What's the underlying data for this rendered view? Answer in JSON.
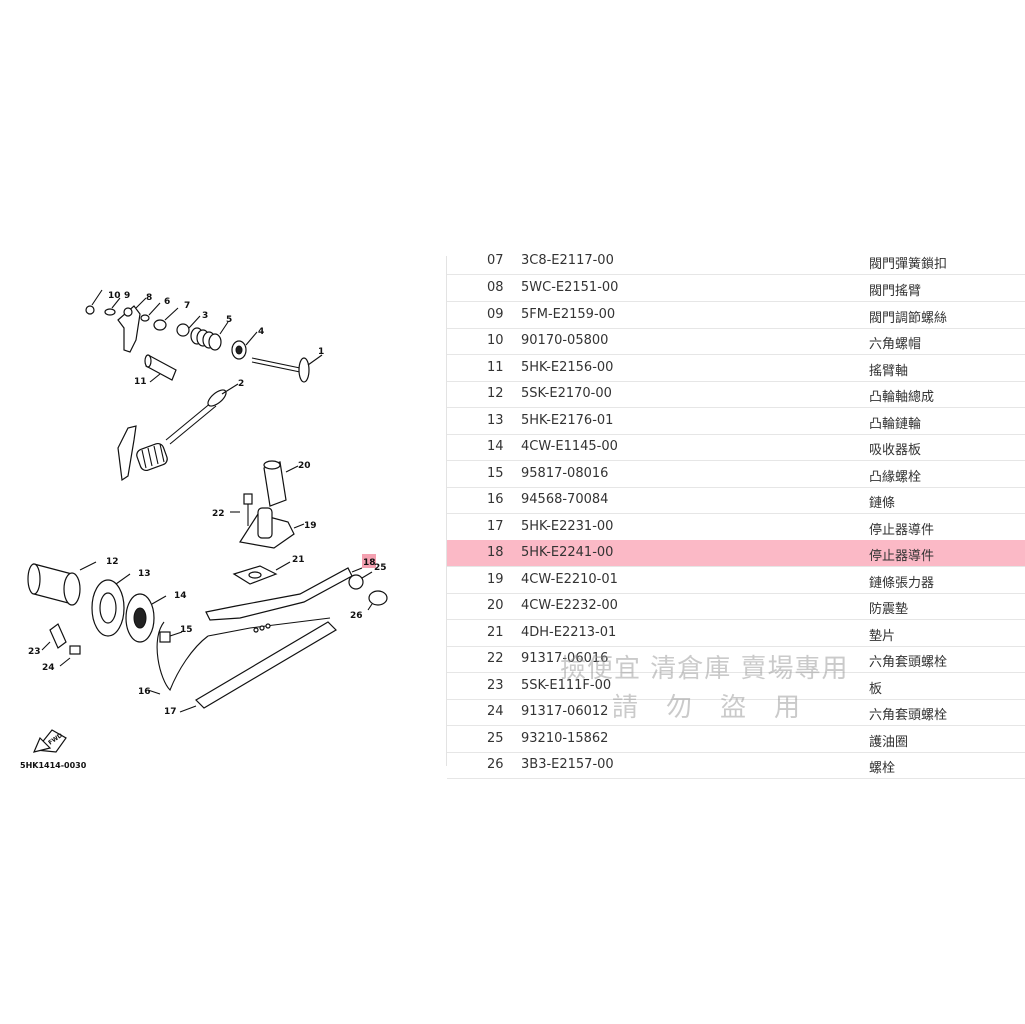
{
  "diagram": {
    "code": "5HK1414-0030",
    "fwd_label": "FWD",
    "callouts": [
      "1",
      "2",
      "3",
      "4",
      "5",
      "6",
      "7",
      "8",
      "9",
      "10",
      "11",
      "12",
      "13",
      "14",
      "15",
      "16",
      "17",
      "18",
      "19",
      "20",
      "21",
      "22",
      "23",
      "24",
      "25",
      "26"
    ],
    "highlight_color": "#f4a0b0"
  },
  "table": {
    "rows": [
      {
        "no": "07",
        "part": "3C8-E2117-00",
        "name": "閥門彈簧鎖扣"
      },
      {
        "no": "08",
        "part": "5WC-E2151-00",
        "name": "閥門搖臂"
      },
      {
        "no": "09",
        "part": "5FM-E2159-00",
        "name": "閥門調節螺絲"
      },
      {
        "no": "10",
        "part": "90170-05800",
        "name": "六角螺帽"
      },
      {
        "no": "11",
        "part": "5HK-E2156-00",
        "name": "搖臂軸"
      },
      {
        "no": "12",
        "part": "5SK-E2170-00",
        "name": "凸輪軸總成"
      },
      {
        "no": "13",
        "part": "5HK-E2176-01",
        "name": "凸輪鏈輪"
      },
      {
        "no": "14",
        "part": "4CW-E1145-00",
        "name": "吸收器板"
      },
      {
        "no": "15",
        "part": "95817-08016",
        "name": "凸緣螺栓"
      },
      {
        "no": "16",
        "part": "94568-70084",
        "name": "鏈條"
      },
      {
        "no": "17",
        "part": "5HK-E2231-00",
        "name": "停止器導件"
      },
      {
        "no": "18",
        "part": "5HK-E2241-00",
        "name": "停止器導件",
        "highlight": true
      },
      {
        "no": "19",
        "part": "4CW-E2210-01",
        "name": "鏈條張力器"
      },
      {
        "no": "20",
        "part": "4CW-E2232-00",
        "name": "防震墊"
      },
      {
        "no": "21",
        "part": "4DH-E2213-01",
        "name": "墊片"
      },
      {
        "no": "22",
        "part": "91317-06016",
        "name": "六角套頭螺栓"
      },
      {
        "no": "23",
        "part": "5SK-E111F-00",
        "name": "板"
      },
      {
        "no": "24",
        "part": "91317-06012",
        "name": "六角套頭螺栓"
      },
      {
        "no": "25",
        "part": "93210-15862",
        "name": "護油圈"
      },
      {
        "no": "26",
        "part": "3B3-E2157-00",
        "name": "螺栓"
      }
    ],
    "highlight_color": "#fbb9c6"
  },
  "watermark": {
    "line1": "撿便宜 清倉庫 賣場專用",
    "line2": "請勿盜用"
  }
}
